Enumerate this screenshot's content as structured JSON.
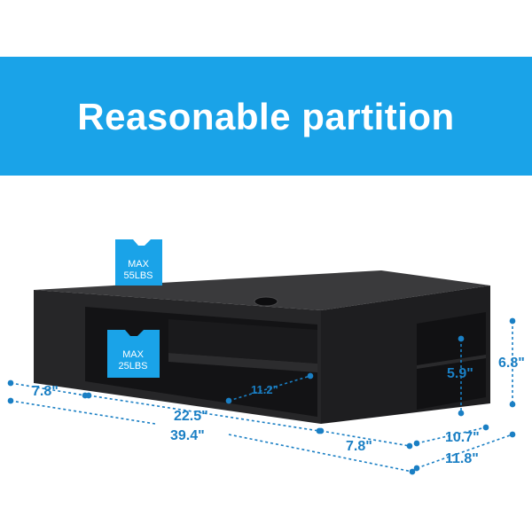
{
  "banner": {
    "title": "Reasonable partition",
    "background": "#1aa3e8",
    "text_color": "#ffffff"
  },
  "product": {
    "name": "floating shelf",
    "color": "#2b2b2d"
  },
  "badges": {
    "top": {
      "line1": "MAX",
      "line2": "55LBS",
      "icon": "weight-icon"
    },
    "middle": {
      "line1": "MAX",
      "line2": "25LBS",
      "icon": "weight-icon"
    }
  },
  "dimensions": {
    "left_section": "7.8\"",
    "middle_section": "22.5\"",
    "total_length": "39.4\"",
    "right_section": "7.8\"",
    "inner_depth": "11.2\"",
    "inner_height": "5.9\"",
    "total_height": "6.8\"",
    "depth_inner": "10.7\"",
    "depth_outer": "11.8\""
  },
  "accent_color": "#1a7fc4"
}
